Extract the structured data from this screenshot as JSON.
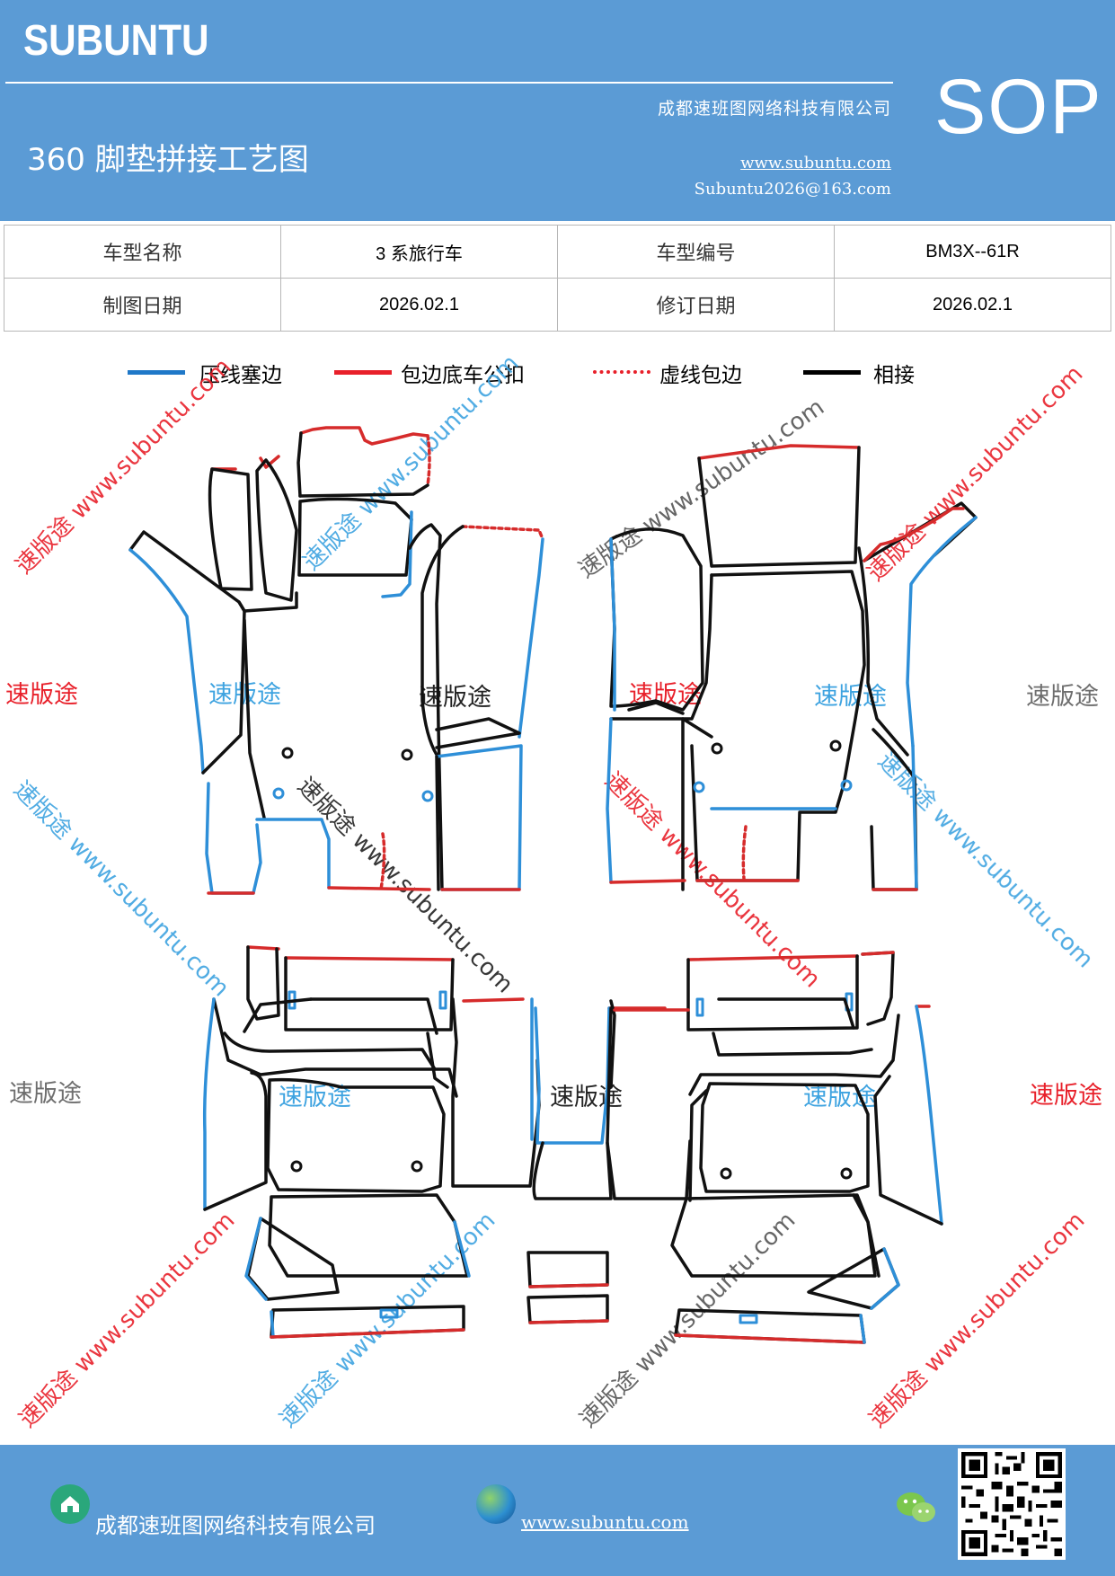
{
  "header": {
    "brand": "SUBUNTU",
    "sop": "SOP",
    "company": "成都速班图网络科技有限公司",
    "title": "360 脚垫拼接工艺图",
    "url": "www.subuntu.com",
    "email": "Subuntu2026@163.com"
  },
  "info": {
    "model_name_label": "车型名称",
    "model_name": "3 系旅行车",
    "model_code_label": "车型编号",
    "model_code": "BM3X--61R",
    "draw_date_label": "制图日期",
    "draw_date": "2026.02.1",
    "revise_date_label": "修订日期",
    "revise_date": "2026.02.1"
  },
  "legend": [
    {
      "label": "压线塞边",
      "color": "#1f78c8",
      "style": "solid"
    },
    {
      "label": "包边底车公扣",
      "color": "#e8202a",
      "style": "solid"
    },
    {
      "label": "虚线包边",
      "color": "#e8202a",
      "style": "dotted"
    },
    {
      "label": "相接",
      "color": "#000000",
      "style": "solid"
    }
  ],
  "watermark": {
    "brand_cn": "速版途",
    "site": "www.subuntu.com",
    "diag_text": "速版途 www.subuntu.com",
    "colors": {
      "red": "#e8202a",
      "blue": "#3ea3e0",
      "gray": "#6e6e6e",
      "black": "#222222"
    }
  },
  "colors": {
    "header_bg": "#5b9bd5",
    "press_line": "#2e8fd8",
    "edge": "#d62b2b",
    "join": "#111111"
  },
  "footer": {
    "company": "成都速班图网络科技有限公司",
    "url": "www.subuntu.com",
    "icons": [
      "home-icon",
      "globe-icon",
      "wechat-icon",
      "qr-code"
    ]
  }
}
